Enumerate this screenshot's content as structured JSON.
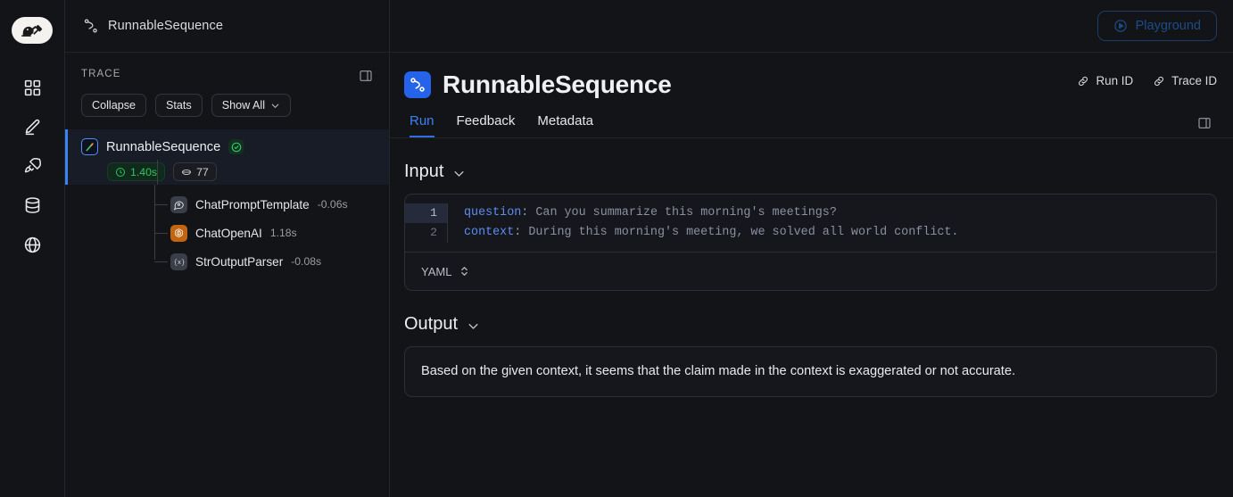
{
  "app": {
    "logo_icon": "langchain-parrot-wrench-logo",
    "topbar_title": "RunnableSequence",
    "topbar_icon": "sequence-icon"
  },
  "rail": {
    "items": [
      {
        "name": "dashboard",
        "icon": "grid-icon"
      },
      {
        "name": "annotate",
        "icon": "pencil-icon"
      },
      {
        "name": "deployments",
        "icon": "rocket-icon"
      },
      {
        "name": "datasets",
        "icon": "database-icon"
      },
      {
        "name": "public",
        "icon": "globe-icon"
      }
    ]
  },
  "trace_panel": {
    "label": "TRACE",
    "panel_toggle_icon": "panel-toggle-icon",
    "buttons": [
      {
        "label": "Collapse",
        "icon": null
      },
      {
        "label": "Stats",
        "icon": null
      },
      {
        "label": "Show All",
        "icon": "chevron-down-icon"
      }
    ],
    "root": {
      "name": "RunnableSequence",
      "icon": "langchain-node-icon",
      "status_icon": "check-circle-icon",
      "duration": "1.40s",
      "duration_icon": "clock-icon",
      "tokens": "77",
      "tokens_icon": "token-icon"
    },
    "children": [
      {
        "name": "ChatPromptTemplate",
        "duration": "-0.06s",
        "icon": "prompt-template-icon"
      },
      {
        "name": "ChatOpenAI",
        "duration": "1.18s",
        "icon": "openai-icon"
      },
      {
        "name": "StrOutputParser",
        "duration": "-0.08s",
        "icon": "parser-braces-icon"
      }
    ]
  },
  "header": {
    "playground_label": "Playground",
    "playground_icon": "play-circle-icon",
    "title": "RunnableSequence",
    "title_icon": "sequence-icon",
    "run_id_label": "Run ID",
    "run_id_icon": "link-icon",
    "trace_id_label": "Trace ID",
    "trace_id_icon": "link-icon",
    "right_panel_toggle_icon": "panel-toggle-icon",
    "tabs": [
      {
        "label": "Run",
        "active": true
      },
      {
        "label": "Feedback",
        "active": false
      },
      {
        "label": "Metadata",
        "active": false
      }
    ]
  },
  "input": {
    "section_label": "Input",
    "collapse_icon": "chevron-down-icon",
    "language": "YAML",
    "language_selector_icon": "chevron-up-down-icon",
    "lines": [
      {
        "number": "1",
        "key": "question",
        "value": "Can you summarize this morning's meetings?",
        "highlighted": true
      },
      {
        "number": "2",
        "key": "context",
        "value": "During this morning's meeting, we solved all world conflict.",
        "highlighted": false
      }
    ]
  },
  "output": {
    "section_label": "Output",
    "collapse_icon": "chevron-down-icon",
    "text": "Based on the given context, it seems that the claim made in the context is exaggerated or not accurate."
  },
  "colors": {
    "background": "#131417",
    "accent_blue": "#3b82f6",
    "success_green": "#31c45f",
    "openai_orange": "#c2650f",
    "border": "#25262b"
  }
}
